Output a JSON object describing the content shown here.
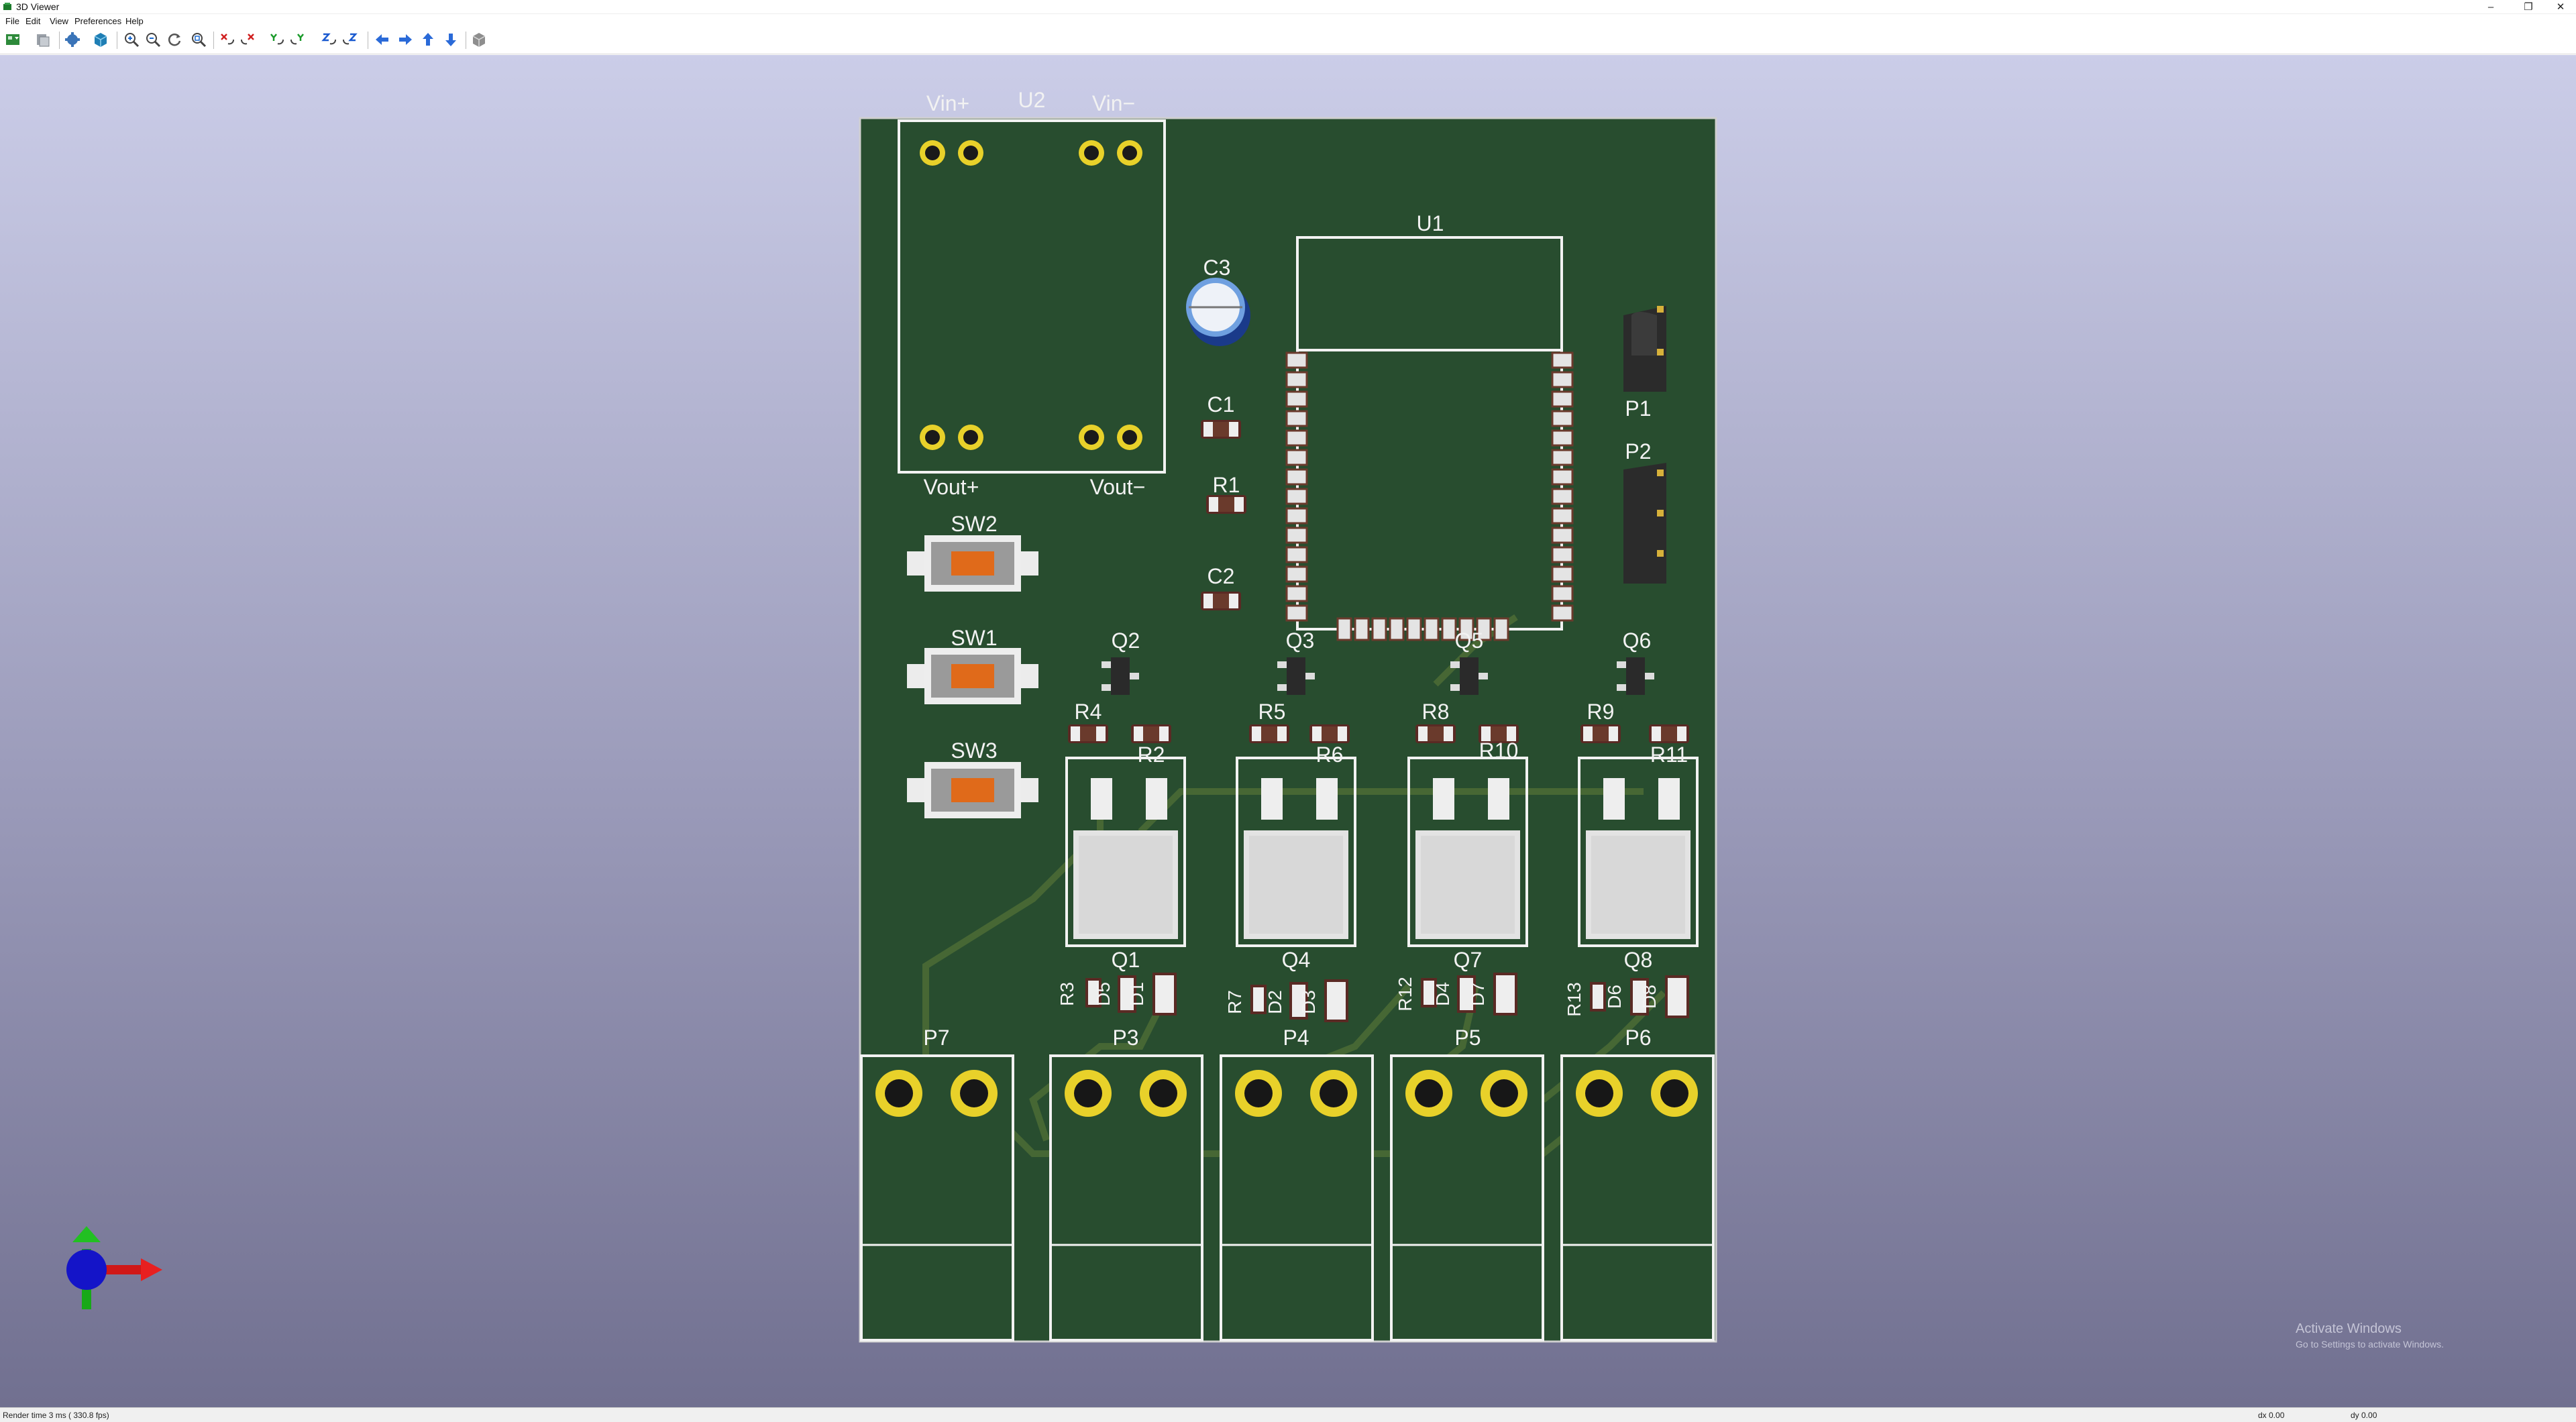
{
  "window": {
    "title": "3D Viewer",
    "minimize": "–",
    "restore": "❐",
    "close": "✕"
  },
  "menu": [
    "File",
    "Edit",
    "View",
    "Preferences",
    "Help"
  ],
  "toolbar": [
    {
      "name": "reload-board-button",
      "icon": "reload-board-icon"
    },
    {
      "name": "copy-3d-image-button",
      "icon": "copy-image-icon"
    },
    {
      "name": "settings-button",
      "icon": "gear-icon"
    },
    {
      "name": "raytracing-button",
      "icon": "raytrace-icon"
    },
    {
      "name": "zoom-in-button",
      "icon": "zoom-in-icon"
    },
    {
      "name": "zoom-out-button",
      "icon": "zoom-out-icon"
    },
    {
      "name": "redraw-button",
      "icon": "redraw-icon"
    },
    {
      "name": "zoom-fit-button",
      "icon": "zoom-fit-icon"
    },
    {
      "name": "rotate-x-cw-button",
      "icon": "rotate-x-cw-icon"
    },
    {
      "name": "rotate-x-ccw-button",
      "icon": "rotate-x-ccw-icon"
    },
    {
      "name": "rotate-y-cw-button",
      "icon": "rotate-y-cw-icon"
    },
    {
      "name": "rotate-y-ccw-button",
      "icon": "rotate-y-ccw-icon"
    },
    {
      "name": "rotate-z-cw-button",
      "icon": "rotate-z-cw-icon"
    },
    {
      "name": "rotate-z-ccw-button",
      "icon": "rotate-z-ccw-icon"
    },
    {
      "name": "move-left-button",
      "icon": "arrow-left-icon"
    },
    {
      "name": "move-right-button",
      "icon": "arrow-right-icon"
    },
    {
      "name": "move-up-button",
      "icon": "arrow-up-icon"
    },
    {
      "name": "move-down-button",
      "icon": "arrow-down-icon"
    },
    {
      "name": "ortho-toggle-button",
      "icon": "cube-icon"
    }
  ],
  "board": {
    "refs": {
      "U2": "U2",
      "vin_plus": "Vin+",
      "vin_minus": "Vin−",
      "vout_plus": "Vout+",
      "vout_minus": "Vout−",
      "U1": "U1",
      "C3": "C3",
      "C1": "C1",
      "R1": "R1",
      "C2": "C2",
      "P1": "P1",
      "P2": "P2",
      "SW1": "SW1",
      "SW2": "SW2",
      "SW3": "SW3",
      "Q1": "Q1",
      "Q2": "Q2",
      "Q3": "Q3",
      "Q4": "Q4",
      "Q5": "Q5",
      "Q6": "Q6",
      "Q7": "Q7",
      "Q8": "Q8",
      "R2": "R2",
      "R3": "R3",
      "R4": "R4",
      "R5": "R5",
      "R6": "R6",
      "R7": "R7",
      "R8": "R8",
      "R9": "R9",
      "R10": "R10",
      "R11": "R11",
      "R12": "R12",
      "R13": "R13",
      "D1": "D1",
      "D2": "D2",
      "D3": "D3",
      "D4": "D4",
      "D5": "D5",
      "D6": "D6",
      "D7": "D7",
      "D8": "D8",
      "P3": "P3",
      "P4": "P4",
      "P5": "P5",
      "P6": "P6",
      "P7": "P7"
    }
  },
  "watermark": {
    "line1": "Activate Windows",
    "line2": "Go to Settings to activate Windows."
  },
  "status": {
    "render": "Render time 3 ms ( 330.8 fps)",
    "dx": "dx 0.00",
    "dy": "dy 0.00"
  },
  "colors": {
    "board": "#284d2f",
    "silk": "#f2f2f2",
    "copper": "#e8d12a",
    "pad": "#e6e6e6",
    "trace": "#4a6a35"
  }
}
